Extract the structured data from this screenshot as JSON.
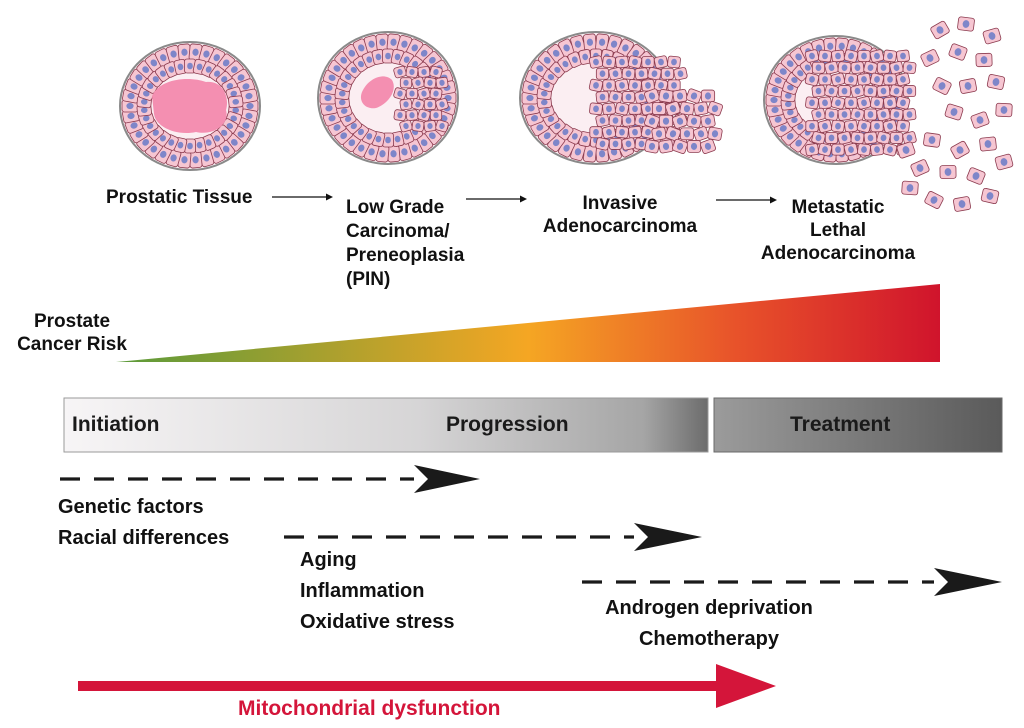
{
  "stages": [
    {
      "id": "prostatic-tissue",
      "label_lines": [
        "Prostatic Tissue"
      ]
    },
    {
      "id": "low-grade",
      "label_lines": [
        "Low Grade",
        "Carcinoma/",
        "Preneoplasia",
        "(PIN)"
      ]
    },
    {
      "id": "invasive",
      "label_lines": [
        "Invasive",
        "Adenocarcinoma"
      ]
    },
    {
      "id": "metastatic",
      "label_lines": [
        "Metastatic",
        "Lethal",
        "Adenocarcinoma"
      ]
    }
  ],
  "risk": {
    "label_lines": [
      "Prostate",
      "Cancer Risk"
    ],
    "gradient_colors": [
      "#5a9a3a",
      "#f5a623",
      "#e8532a",
      "#d0142c"
    ]
  },
  "phase_bar": {
    "initiation": "Initiation",
    "progression": "Progression",
    "treatment": "Treatment"
  },
  "factor_groups": [
    {
      "id": "group-1",
      "items": [
        "Genetic factors",
        "Racial differences"
      ]
    },
    {
      "id": "group-2",
      "items": [
        "Aging",
        "Inflammation",
        "Oxidative stress"
      ]
    },
    {
      "id": "group-3",
      "items": [
        "Androgen deprivation",
        "Chemotherapy"
      ]
    }
  ],
  "mito": {
    "label": "Mitochondrial dysfunction",
    "color": "#d4153a"
  },
  "colors": {
    "cell_fill": "#f6c6d2",
    "cell_stroke": "#8b3a4e",
    "nucleus": "#7e86c9",
    "lumen": "#fbeef2",
    "lumen_pink": "#f48fb1",
    "outline": "#8a8a8a"
  }
}
